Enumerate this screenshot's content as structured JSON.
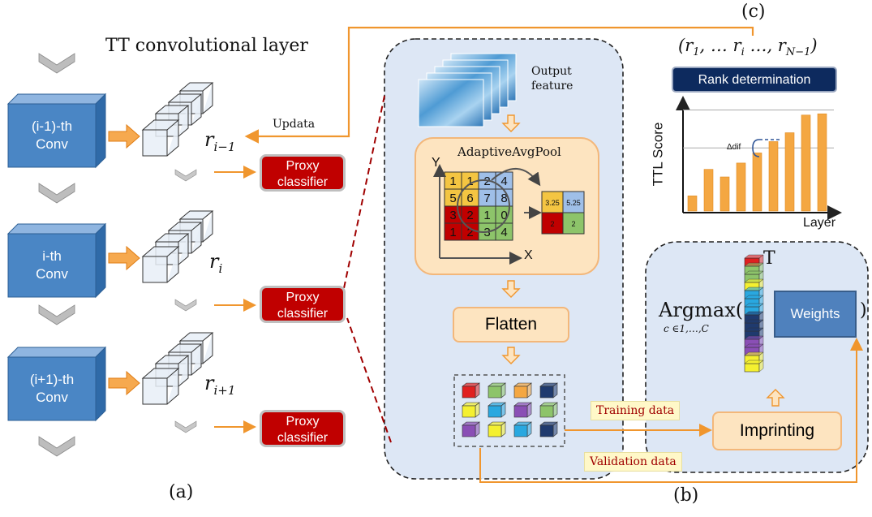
{
  "labels": {
    "tt_layer": "TT convolutional layer",
    "update": "Updata",
    "panel_a": "(a)",
    "panel_b": "(b)",
    "panel_c": "(c)",
    "output_feature_1": "Output",
    "output_feature_2": "feature",
    "adaptive_pool": "AdaptiveAvgPool",
    "axis_y": "Y",
    "axis_x": "X",
    "flatten": "Flatten",
    "training_data": "Training data",
    "validation_data": "Validation data",
    "imprinting": "Imprinting",
    "weights": "Weights",
    "argmax": "Argmax(",
    "argmax_sub": "c ∈1,…,C",
    "argmax_close": ")",
    "transpose": "T",
    "rank_tuple": "(r₁, … rᵢ …, r_{N−1})",
    "rank_determination": "Rank determination",
    "ttl_ylabel": "TTL Score",
    "ttl_xlabel": "Layer",
    "delta_dif": "Δdif"
  },
  "convs": [
    {
      "line1": "(i-1)-th",
      "line2": "Conv",
      "rank_base": "r",
      "rank_sub": "i−1"
    },
    {
      "line1": "i-th",
      "line2": "Conv",
      "rank_base": "r",
      "rank_sub": "i"
    },
    {
      "line1": "(i+1)-th",
      "line2": "Conv",
      "rank_base": "r",
      "rank_sub": "i+1"
    }
  ],
  "proxy": {
    "line1": "Proxy",
    "line2": "classifier"
  },
  "pool_grid": [
    [
      "1",
      "1",
      "2",
      "4"
    ],
    [
      "5",
      "6",
      "7",
      "8"
    ],
    [
      "3",
      "2",
      "1",
      "0"
    ],
    [
      "1",
      "2",
      "3",
      "4"
    ]
  ],
  "pooled": [
    "3.25",
    "5.25",
    "2",
    "2"
  ],
  "colors": {
    "conv_blue": "#4a86c5",
    "proxy_red": "#c00000",
    "orange": "#f0962e",
    "panel_bg": "#dde7f5",
    "grid_yellow": "#f4c542",
    "grid_blue": "#9fbfe8",
    "grid_red": "#c00000",
    "grid_green": "#8dc46a"
  },
  "chart_data": {
    "type": "bar",
    "values": [
      0.12,
      0.33,
      0.27,
      0.38,
      0.46,
      0.55,
      0.62,
      0.76,
      0.77
    ],
    "ylim": [
      0,
      0.9
    ],
    "reference_lines": [
      0.5,
      0.8
    ],
    "xlabel": "Layer",
    "ylabel": "TTL Score",
    "annotation": "Δdif"
  }
}
